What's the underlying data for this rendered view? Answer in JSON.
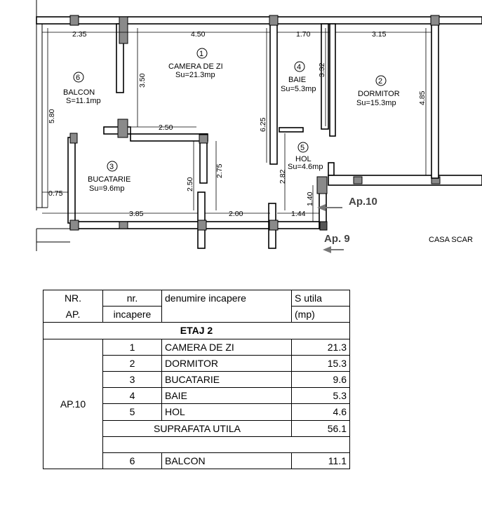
{
  "plan": {
    "rooms": [
      {
        "num": "1",
        "name": "CAMERA DE ZI",
        "area": "Su=21.3mp"
      },
      {
        "num": "2",
        "name": "DORMITOR",
        "area": "Su=15.3mp"
      },
      {
        "num": "3",
        "name": "BUCATARIE",
        "area": "Su=9.6mp"
      },
      {
        "num": "4",
        "name": "BAIE",
        "area": "Su=5.3mp"
      },
      {
        "num": "5",
        "name": "HOL",
        "area": "Su=4.6mp"
      },
      {
        "num": "6",
        "name": "BALCON",
        "area": "S=11.1mp"
      }
    ],
    "dimensions": {
      "d235": "2.35",
      "d450": "4.50",
      "d170": "1.70",
      "d315": "3.15",
      "d350": "3.50",
      "d332": "3.32",
      "d485": "4.85",
      "d580": "5.80",
      "d625": "6.25",
      "d250h": "2.50",
      "d250v": "2.50",
      "d275": "2.75",
      "d282": "2.82",
      "d140": "1.40",
      "d075": "0.75",
      "d385": "3.85",
      "d200": "2.00",
      "d144": "1.44"
    },
    "labels": {
      "ap10": "Ap.10",
      "ap9": "Ap. 9",
      "stair": "CASA SCAR"
    }
  },
  "table": {
    "header": {
      "nr_ap_1": "NR.",
      "nr_ap_2": "AP.",
      "nr_inc_1": "nr.",
      "nr_inc_2": "incapere",
      "den": "denumire incapere",
      "su_1": "S utila",
      "su_2": "(mp)"
    },
    "floor": "ETAJ 2",
    "apartment": "AP.10",
    "rows": [
      {
        "nr": "1",
        "name": "CAMERA DE ZI",
        "area": "21.3"
      },
      {
        "nr": "2",
        "name": "DORMITOR",
        "area": "15.3"
      },
      {
        "nr": "3",
        "name": "BUCATARIE",
        "area": "9.6"
      },
      {
        "nr": "4",
        "name": "BAIE",
        "area": "5.3"
      },
      {
        "nr": "5",
        "name": "HOL",
        "area": "4.6"
      }
    ],
    "total_label": "SUPRAFATA UTILA",
    "total_value": "56.1",
    "balcony": {
      "nr": "6",
      "name": "BALCON",
      "area": "11.1"
    }
  }
}
